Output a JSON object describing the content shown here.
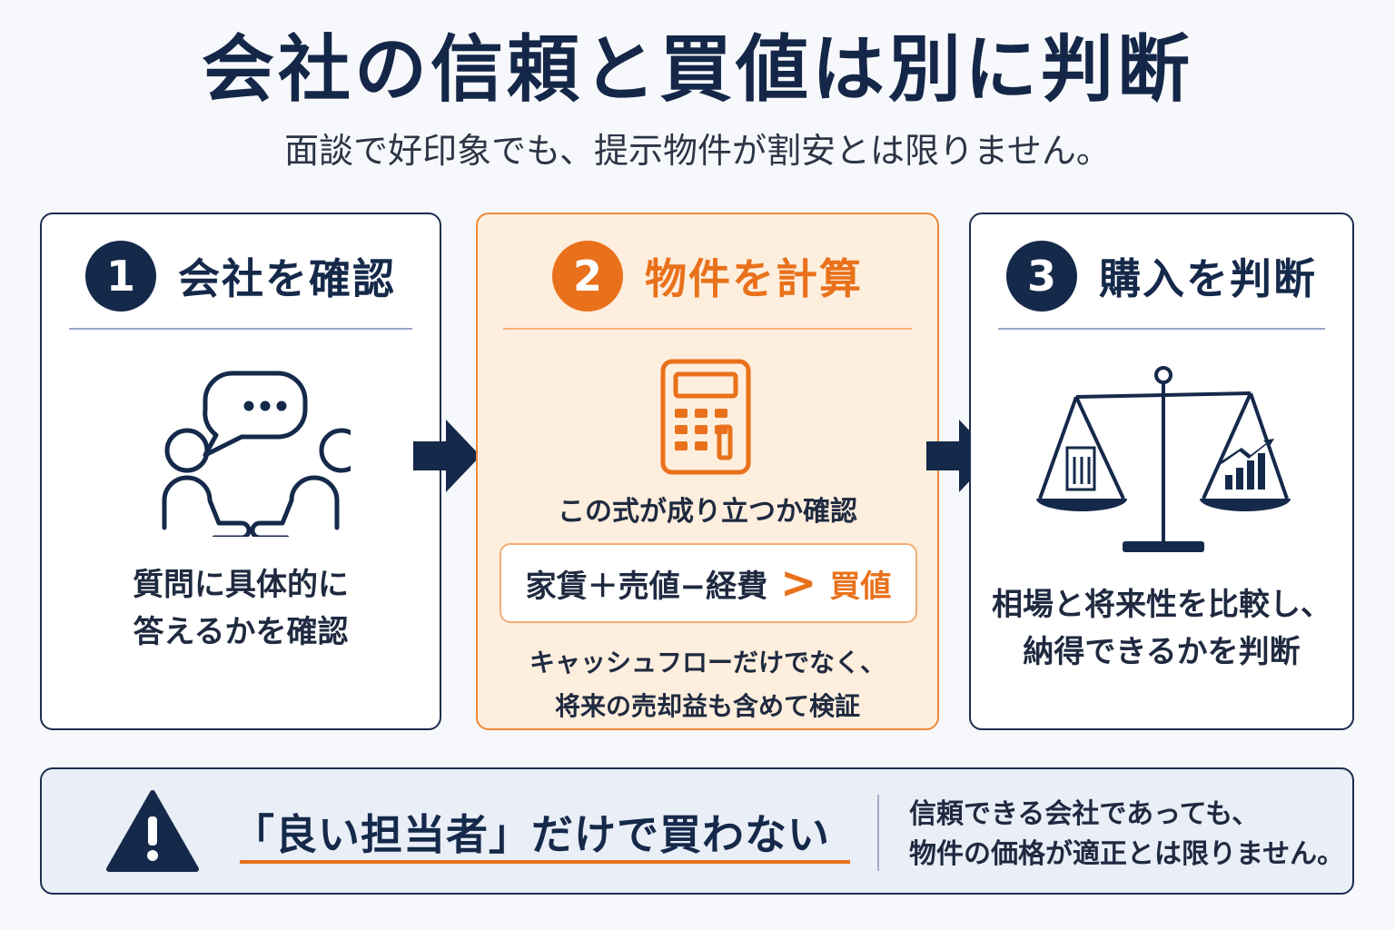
{
  "header": {
    "title": "会社の信頼と買値は別に判断",
    "subtitle": "面談で好印象でも、提示物件が割安とは限りません。"
  },
  "steps": [
    {
      "number": "1",
      "title": "会社を確認",
      "icon": "conversation-icon",
      "text_lines": [
        "質問に具体的に",
        "答えるかを確認"
      ]
    },
    {
      "number": "2",
      "title": "物件を計算",
      "icon": "calculator-icon",
      "formula_intro": "この式が成り立つか確認",
      "formula_left": "家賃＋売値−経費",
      "formula_op": ">",
      "formula_right": "買値",
      "note_lines": [
        "キャッシュフローだけでなく、",
        "将来の売却益も含めて検証"
      ]
    },
    {
      "number": "3",
      "title": "購入を判断",
      "icon": "balance-scale-icon",
      "text_lines": [
        "相場と将来性を比較し、",
        "納得できるかを判断"
      ]
    }
  ],
  "banner": {
    "icon": "warning-icon",
    "main": "「良い担当者」だけで買わない",
    "side_lines": [
      "信頼できる会社であっても、",
      "物件の価格が適正とは限りません。"
    ]
  },
  "colors": {
    "navy": "#15294a",
    "accent_orange": "#e9711b",
    "card_highlight_bg": "#fdeedd",
    "banner_bg": "#e9eef7"
  }
}
